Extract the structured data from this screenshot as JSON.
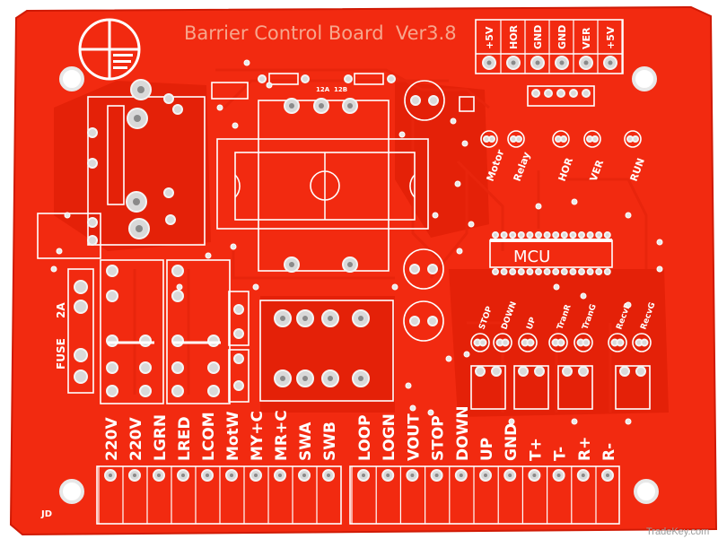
{
  "board": {
    "title": "Barrier Control Board  Ver3.8",
    "initials": "JD",
    "watermark": "TradeKey.com",
    "colors": {
      "board": "#f22a10",
      "copper": "#e42108",
      "silkscreen": "#ffffff",
      "pad": "#d9d9d9"
    }
  },
  "top_header": [
    "+5V",
    "HOR",
    "GND",
    "GND",
    "VER",
    "+5V"
  ],
  "left_terminals": [
    "220V",
    "220V",
    "LGRN",
    "LRED",
    "LCOM",
    "MotW",
    "MY+C",
    "MR+C",
    "SWA",
    "SWB"
  ],
  "right_terminals": [
    "LOOP",
    "LOGN",
    "VOUT",
    "STOP",
    "DOWN",
    "UP",
    "GND",
    "T+",
    "T-",
    "R+",
    "R-"
  ],
  "led_labels": [
    "Motor",
    "Relay",
    "HOR",
    "VER",
    "RUN"
  ],
  "input_labels": [
    "STOP",
    "DOWN",
    "UP",
    "TranR",
    "TranG",
    "RecvR",
    "RecvG"
  ],
  "chip_label": "MCU",
  "fuse_labels": [
    "FUSE",
    "2A"
  ],
  "small_labels": [
    "12A",
    "12B"
  ]
}
